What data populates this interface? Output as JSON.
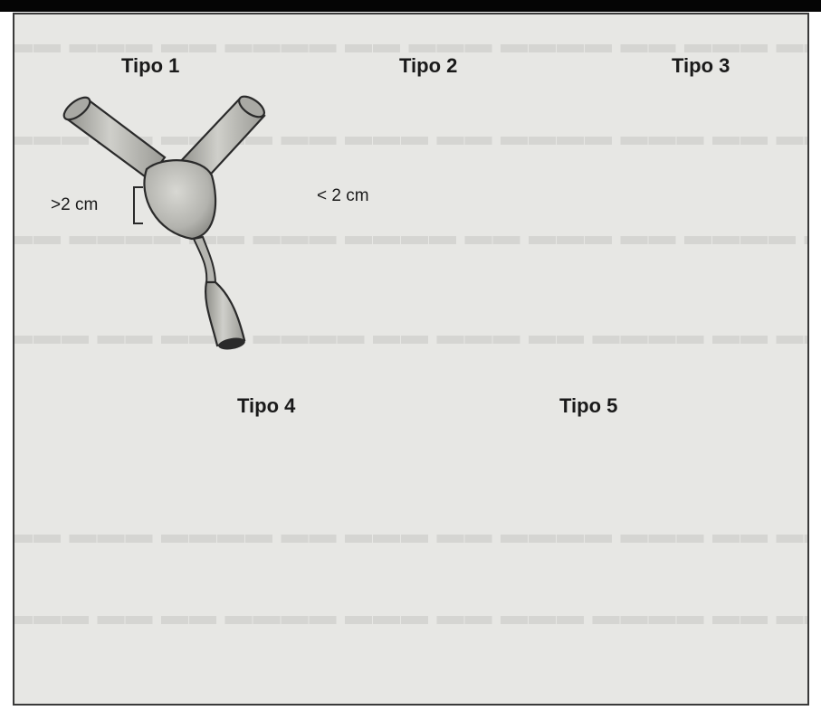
{
  "figure": {
    "types": [
      {
        "id": "tipo1",
        "label": "Tipo 1",
        "measure": ">2 cm"
      },
      {
        "id": "tipo2",
        "label": "Tipo 2",
        "measure": "< 2 cm"
      },
      {
        "id": "tipo3",
        "label": "Tipo 3"
      },
      {
        "id": "tipo4",
        "label": "Tipo 4"
      },
      {
        "id": "tipo5",
        "label": "Tipo 5"
      }
    ]
  },
  "colors": {
    "panel": "#e7e7e4",
    "duct_fill": "#b9b9b4",
    "duct_stroke": "#2a2a2a",
    "shadow": "#8d8d88"
  }
}
